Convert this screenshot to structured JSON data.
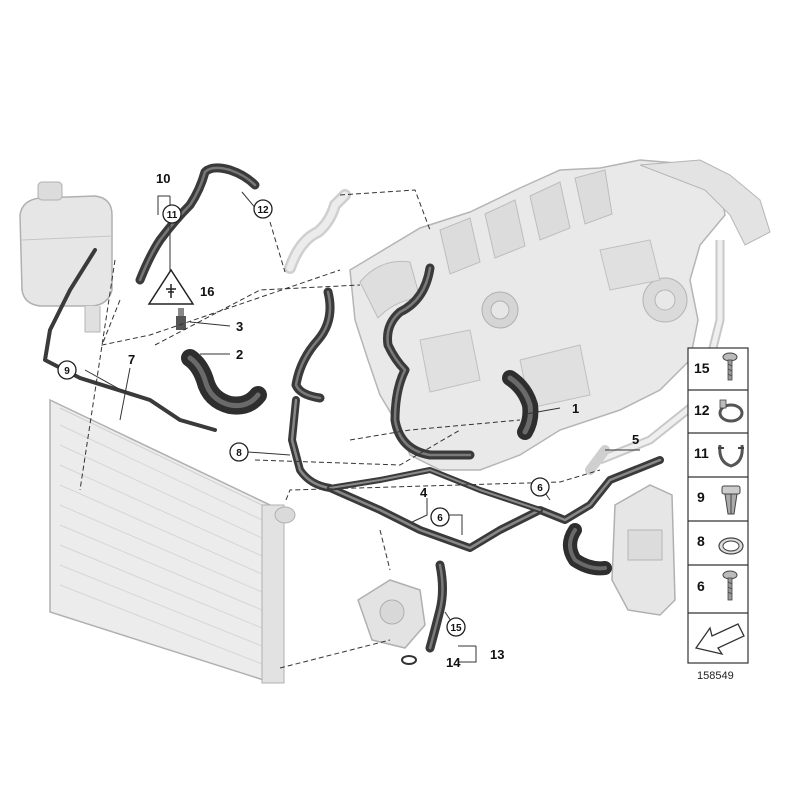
{
  "callouts": {
    "c1": "1",
    "c2": "2",
    "c3": "3",
    "c4": "4",
    "c5": "5",
    "c7": "7",
    "c10": "10",
    "c13": "13",
    "c14": "14",
    "c16": "16"
  },
  "circled": {
    "c6a": "6",
    "c6b": "6",
    "c8": "8",
    "c9": "9",
    "c11": "11",
    "c12": "12",
    "c15": "15"
  },
  "legend": {
    "items": [
      {
        "num": "15",
        "icon": "screw-icon"
      },
      {
        "num": "12",
        "icon": "hose-clamp-icon"
      },
      {
        "num": "11",
        "icon": "spring-clip-icon"
      },
      {
        "num": "9",
        "icon": "expansion-rivet-icon"
      },
      {
        "num": "8",
        "icon": "ring-clamp-icon"
      },
      {
        "num": "6",
        "icon": "screw-icon"
      }
    ]
  },
  "reference_number": "158549",
  "colors": {
    "hose": "#3a3a3a",
    "hose_highlight": "#8a8a8a",
    "engine_fill": "#e8e8e8",
    "engine_stroke": "#b4b4b4",
    "radiator_fill": "#eaeaea",
    "line": "#333333"
  }
}
